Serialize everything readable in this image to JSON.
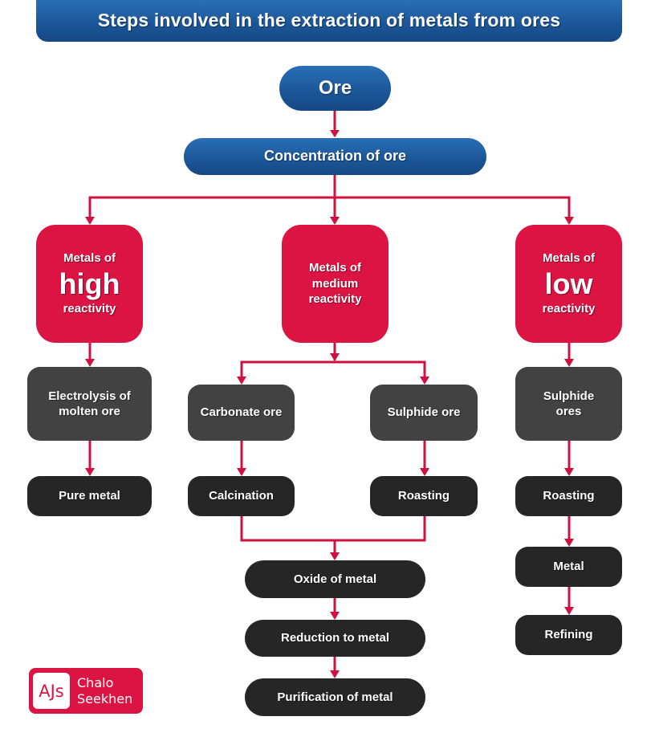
{
  "title": "Steps involved in the extraction of metals from ores",
  "colors": {
    "blue": "#1b5597",
    "red": "#dc1443",
    "grey": "#424242",
    "dark": "#262626",
    "connector": "#d0103f"
  },
  "top": {
    "ore": "Ore",
    "concentration": "Concentration of ore"
  },
  "high": {
    "line1": "Metals of",
    "big": "high",
    "line3": "reactivity",
    "step1": "Electrolysis of molten ore",
    "step2": "Pure metal"
  },
  "medium": {
    "line1": "Metals of",
    "line2": "medium",
    "line3": "reactivity",
    "carbonate": "Carbonate ore",
    "sulphide": "Sulphide ore",
    "calcination": "Calcination",
    "roasting": "Roasting",
    "oxide": "Oxide of metal",
    "reduction": "Reduction to metal",
    "purification": "Purification of metal"
  },
  "low": {
    "line1": "Metals of",
    "big": "low",
    "line3": "reactivity",
    "step1": "Sulphide ores",
    "step2": "Roasting",
    "step3": "Metal",
    "step4": "Refining"
  },
  "logo": {
    "mark": "AJs",
    "line1": "Chalo",
    "line2": "Seekhen"
  }
}
